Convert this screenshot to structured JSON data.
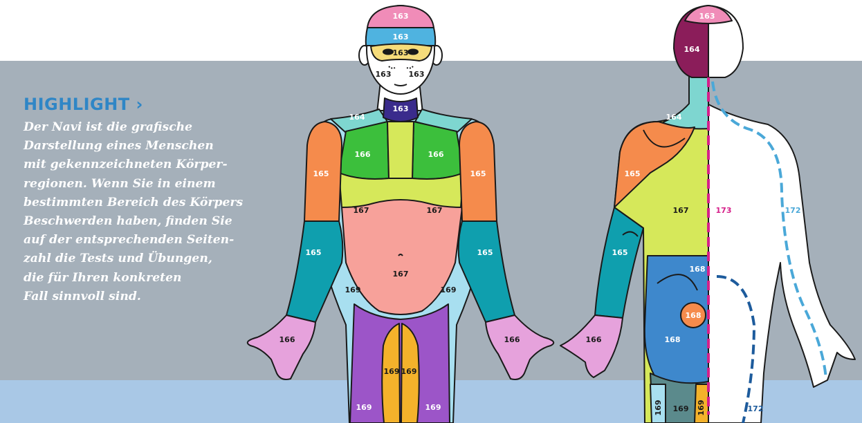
{
  "highlight": {
    "title": "HIGHLIGHT",
    "arrow": "›",
    "lines": [
      "Der Navi ist die grafische",
      "Darstellung eines Menschen",
      "mit gekennzeichneten Körper-",
      "regionen. Wenn Sie in einem",
      "bestimmten Bereich des Körpers",
      "Beschwerden haben, finden Sie",
      "auf der entsprechenden Seiten-",
      "zahl die Tests und Übungen,",
      "die für Ihren konkreten",
      "Fall sinnvoll sind."
    ]
  },
  "front_labels": {
    "head_top": "163",
    "forehead": "163",
    "eyes": "163",
    "cheek_left": "163",
    "cheek_right": "163",
    "throat": "163",
    "neck_side": "164",
    "chest_left": "166",
    "chest_right": "166",
    "shoulder_left": "165",
    "shoulder_right": "165",
    "ribs_left": "167",
    "ribs_right": "167",
    "belly": "167",
    "forearm_left": "165",
    "forearm_right": "165",
    "hip_left": "169",
    "hip_right": "169",
    "hand_left": "166",
    "hand_right": "166",
    "inner_left": "169",
    "inner_right": "169",
    "thigh_left": "169",
    "thigh_right": "169"
  },
  "back_labels": {
    "head_top": "163",
    "back_head": "164",
    "neck": "164",
    "shoulder": "165",
    "upper_back": "167",
    "spine": "173",
    "nerve_right": "172",
    "forearm": "165",
    "lower_back": "168",
    "sacrum": "168",
    "gluteal": "168",
    "hand": "166",
    "leg_a": "169",
    "leg_b": "169",
    "leg_c": "169",
    "nerve_lower": "172"
  },
  "colors": {
    "pink": "#f08cb8",
    "light_blue": "#4fb3e0",
    "yellow": "#f6dc7a",
    "navy": "#3a2b8c",
    "turquoise": "#7ed6d0",
    "green": "#3cbf3c",
    "orange": "#f58b4c",
    "lime": "#d6e85a",
    "salmon": "#f7a19a",
    "teal": "#0f9fae",
    "pale_blue": "#a8dff0",
    "violet": "#9c55c8",
    "gold": "#f4b22b",
    "lilac": "#e6a2dc",
    "maroon": "#8b1d5a",
    "mid_blue": "#3e88cc",
    "magenta": "#d6208a",
    "dash_light": "#4aa8d8",
    "dash_dark": "#1d5b9c"
  }
}
